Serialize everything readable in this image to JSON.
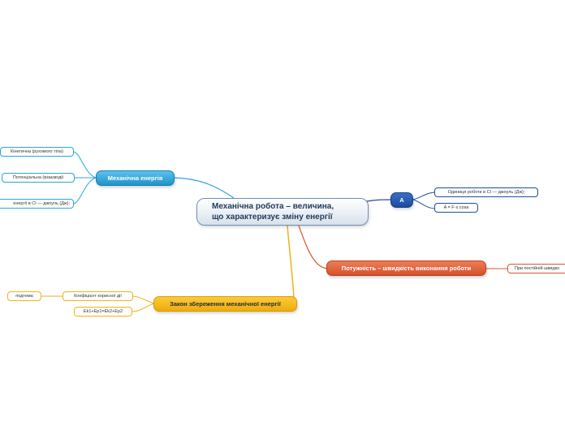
{
  "central": {
    "line1": "Механічна робота – величина,",
    "line2": "що характеризує зміну енергії"
  },
  "branches": {
    "mech_energy": {
      "label": "Механічна енергія",
      "children": [
        "Кінетична (рухомого тіла)",
        "Потенціальна  (взаємодії",
        "енергії в СІ — джоуль (Дж);"
      ]
    },
    "a": {
      "label": "A",
      "children": [
        "Одиниця роботи в СІ — джоуль (Дж);",
        "A = F·s cosa"
      ]
    },
    "power": {
      "label": "Потужність – швидкість виконання роботи",
      "children": [
        "При постійній  швидко"
      ]
    },
    "conservation": {
      "label": "Закон збереження механічної енергії",
      "children": [
        "Коефіцієнт  корисної дії",
        "Ek1+Ep1=Ek2+Ep2"
      ],
      "grandchildren": [
        "подтема"
      ]
    }
  },
  "colors": {
    "blue": "#1f93c8",
    "navy": "#1c4c9c",
    "red": "#d4512a",
    "gold": "#eeac0b",
    "central_border": "#6f8fb3"
  }
}
